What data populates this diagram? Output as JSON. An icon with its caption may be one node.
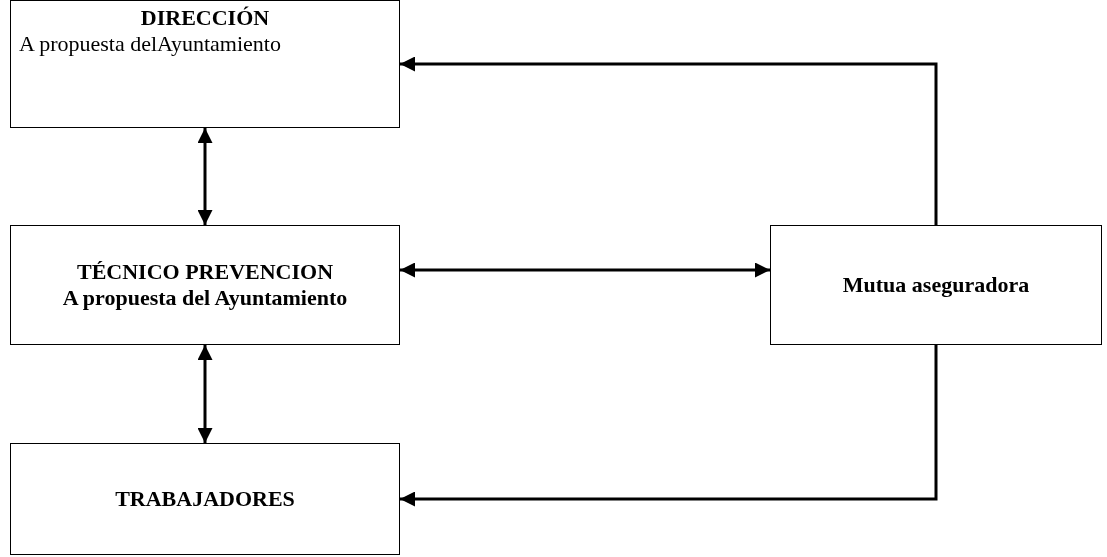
{
  "diagram": {
    "nodes": [
      {
        "text": [
          "DIRECCIÓN",
          "A propuesta delAyuntamiento"
        ]
      },
      {
        "text": [
          "TÉCNICO PREVENCION",
          "A propuesta del Ayuntamiento"
        ]
      },
      {
        "text": [
          "Mutua aseguradora"
        ]
      },
      {
        "text": [
          "TRABAJADORES"
        ]
      }
    ],
    "edges": [
      {
        "from": 0,
        "to": 1,
        "arrow": "both"
      },
      {
        "from": 1,
        "to": 2,
        "arrow": "both"
      },
      {
        "from": 1,
        "to": 3,
        "arrow": "both"
      },
      {
        "from": 2,
        "to": 0,
        "arrow": "to"
      },
      {
        "from": 2,
        "to": 3,
        "arrow": "to"
      }
    ]
  }
}
